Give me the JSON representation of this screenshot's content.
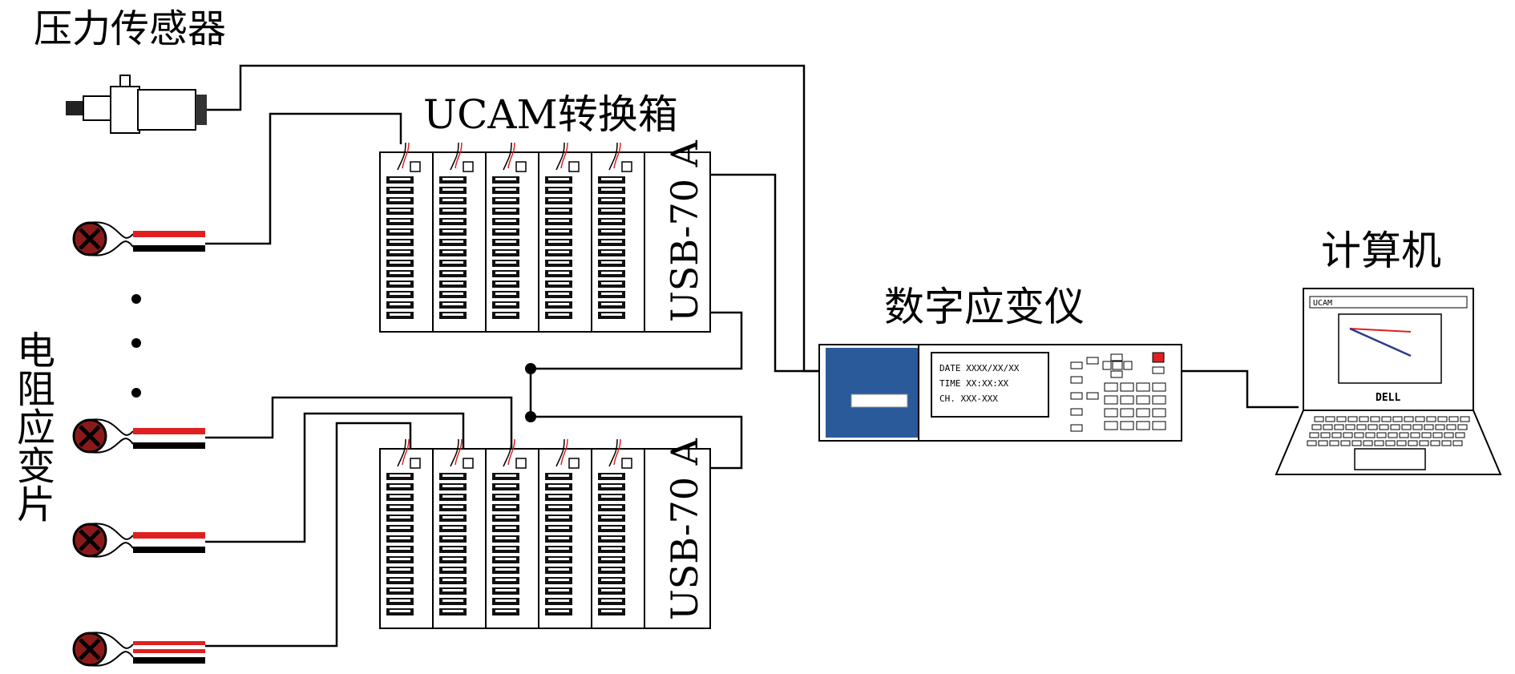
{
  "labels": {
    "pressure_sensor": "压力传感器",
    "converter_box": "UCAM转换箱",
    "strain_gauges": "电阻应变片",
    "strain_meter": "数字应变仪",
    "computer": "计算机"
  },
  "modules": {
    "top_name": "USB-70 A",
    "bottom_name": "USB-70 A"
  },
  "meter_display": {
    "line1": "DATE XXXX/XX/XX",
    "line2": "TIME XX:XX:XX",
    "line3": "CH. XXX-XXX"
  },
  "laptop": {
    "screen_title": "UCAM",
    "brand": "DELL"
  },
  "colors": {
    "meter_panel": "#2a5a9a",
    "indicator": "#e02020",
    "wire_red": "#e02020"
  }
}
